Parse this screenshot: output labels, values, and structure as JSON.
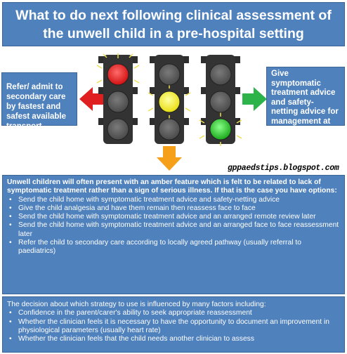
{
  "title": "What to do next following clinical assessment of the unwell child in a pre-hospital setting",
  "left_box": "Refer/ admit to secondary care by fastest and safest available transport",
  "right_box": "Give symptomatic treatment advice and safety-netting advice for management at home",
  "website": "gppaedstips.blogspot.com",
  "main_box": {
    "intro": "Unwell children will often present with an amber feature which is felt to be related to lack of symptomatic treatment rather than a sign of serious illness.  If that is the case you have options:",
    "options": [
      "Send the child home with symptomatic treatment advice and safety-netting advice",
      "Give the child analgesia and have them remain then reassess face to face",
      "Send the child home with symptomatic treatment advice and an arranged remote review later",
      "Send the child home with symptomatic treatment advice and an arranged face to face reassessment later",
      "Refer the child to secondary care according to locally agreed pathway (usually referral to paediatrics)"
    ]
  },
  "bottom_box": {
    "intro": "The decision about which strategy to use is influenced by many factors including:",
    "factors": [
      "Confidence in the parent/carer's ability to seek appropriate reassessment",
      "Whether the clinician feels it is necessary to have the opportunity to document an improvement in physiological parameters (usually heart rate)",
      "Whether the clinician feels that the child needs another clinician to assess"
    ]
  },
  "colors": {
    "box_blue": "#4f81bd",
    "red": "#e02020",
    "amber": "#f6a01a",
    "green": "#2cb34a",
    "light_on_yellow": "#f5ef2c",
    "traffic_light_body": "#333333"
  },
  "icons": [
    "traffic-light-red",
    "traffic-light-amber",
    "traffic-light-green",
    "arrow-left-red",
    "arrow-down-amber",
    "arrow-right-green"
  ]
}
